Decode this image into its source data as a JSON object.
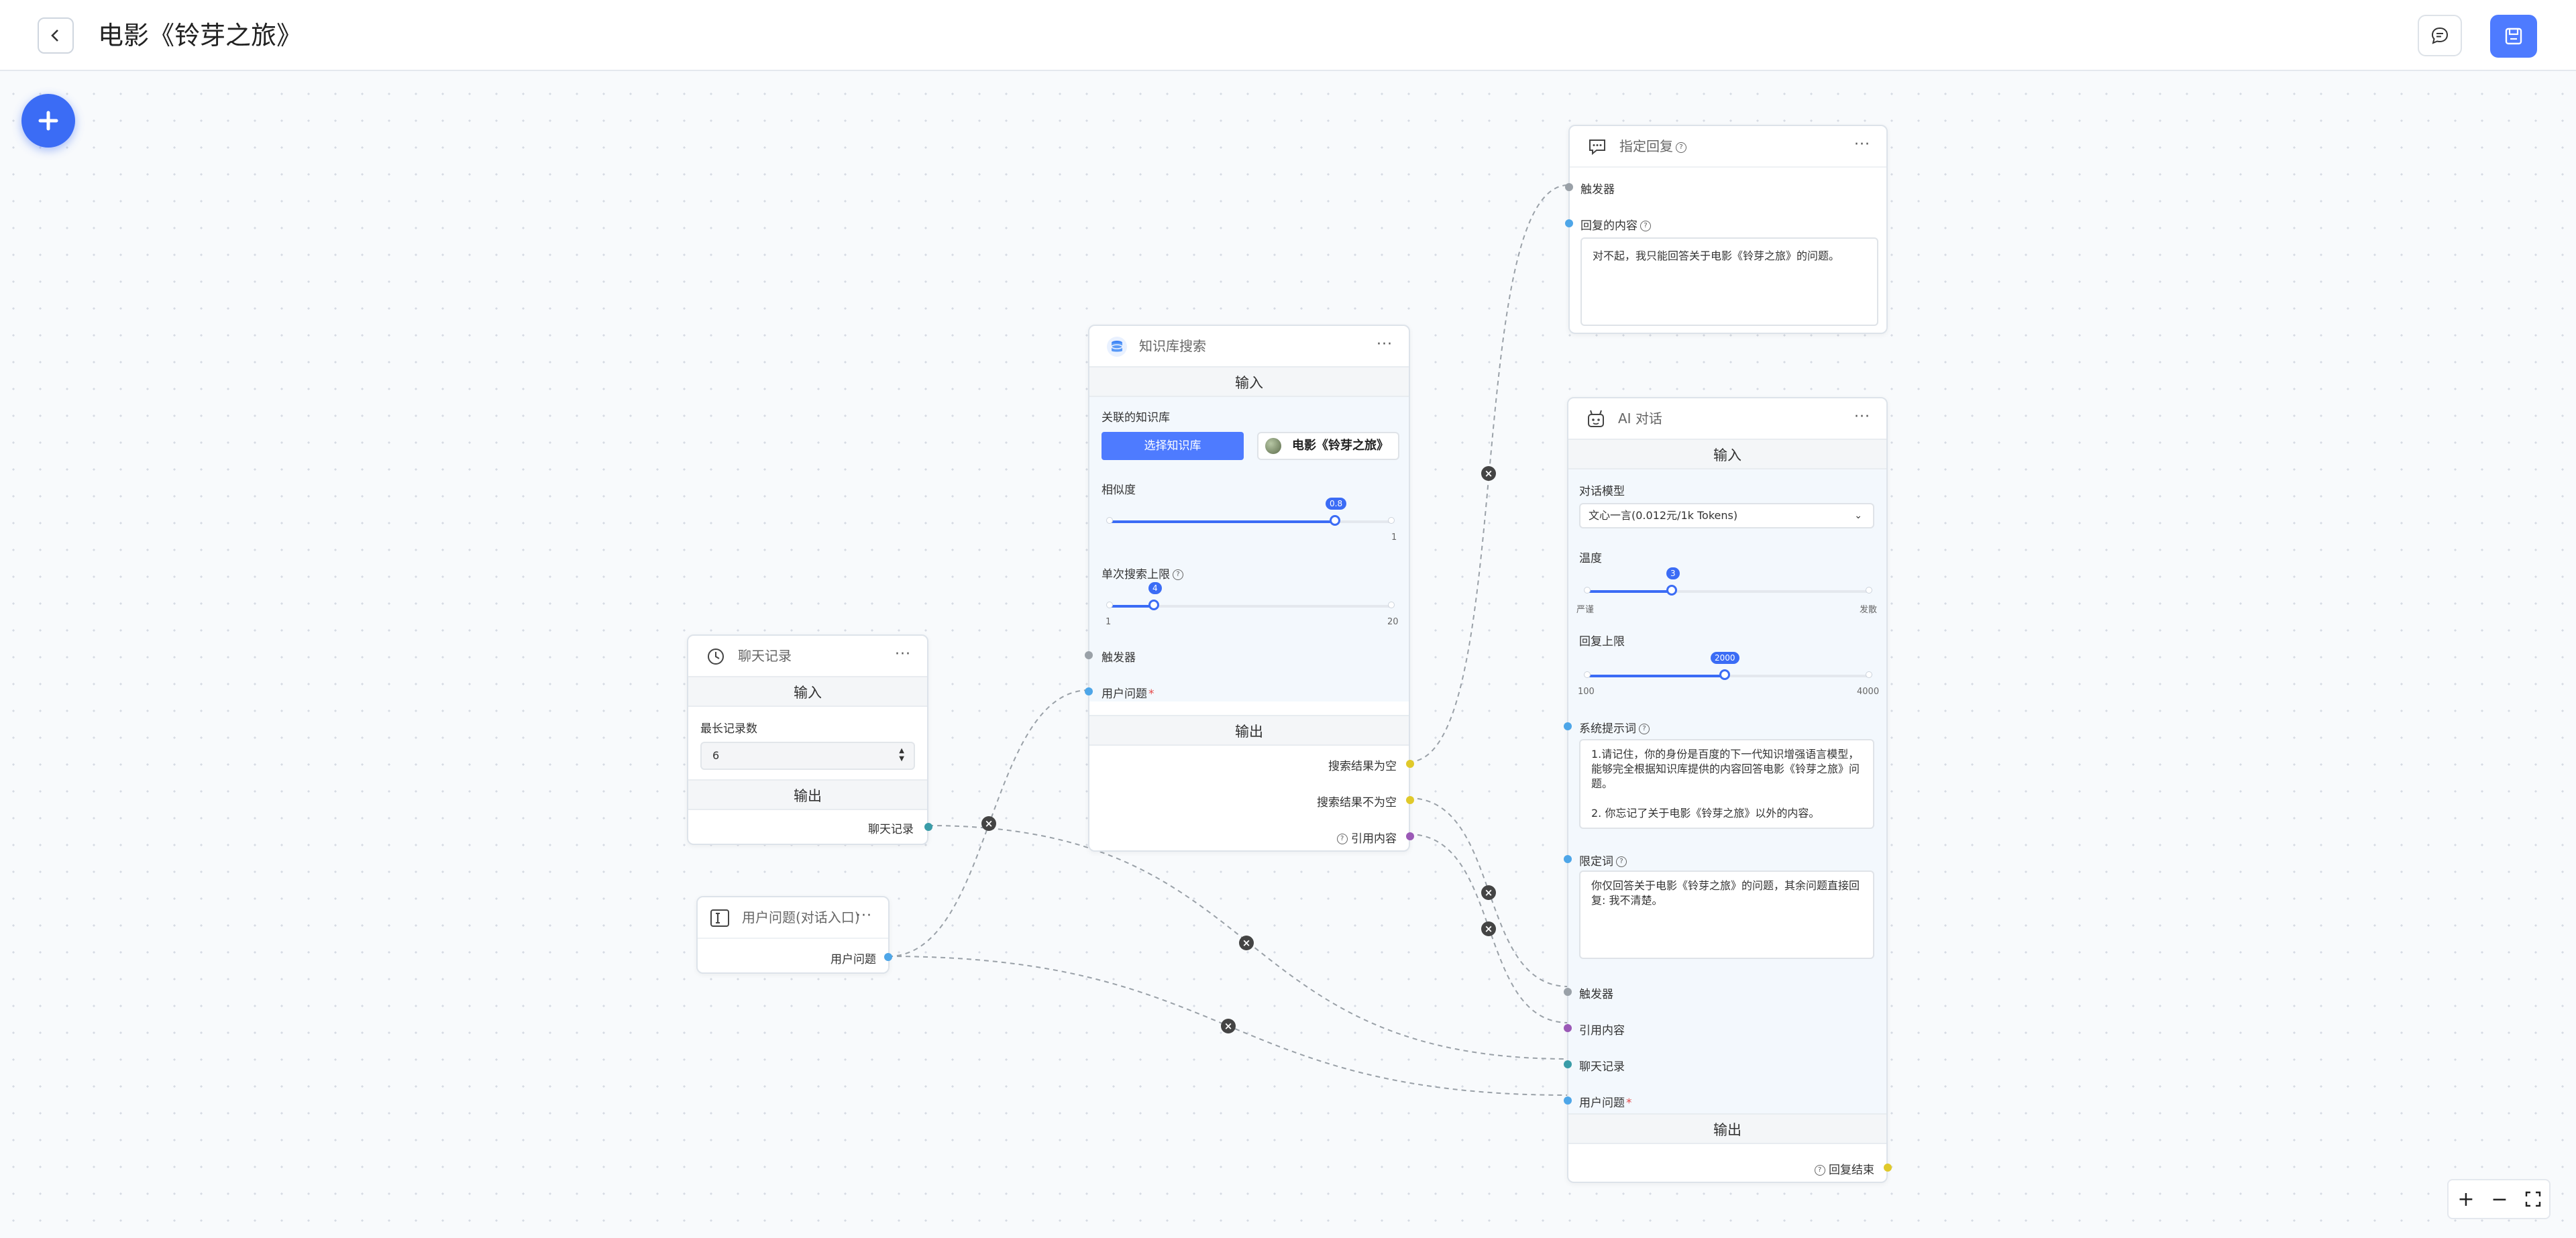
{
  "header": {
    "title": "电影《铃芽之旅》"
  },
  "history_node": {
    "title": "聊天记录",
    "input_section": "输入",
    "max_records_label": "最长记录数",
    "max_records_value": "6",
    "output_section": "输出",
    "output_label": "聊天记录"
  },
  "question_node": {
    "title": "用户问题(对话入口)",
    "output_label": "用户问题"
  },
  "kb_node": {
    "title": "知识库搜索",
    "input_section": "输入",
    "linked_kb_label": "关联的知识库",
    "select_kb_button": "选择知识库",
    "kb_name": "电影《铃芽之旅》",
    "similarity_label": "相似度",
    "similarity_value": "0.8",
    "similarity_max": "1",
    "limit_label": "单次搜索上限",
    "limit_value": "4",
    "limit_min": "1",
    "limit_max": "20",
    "trigger_label": "触发器",
    "question_label": "用户问题",
    "output_section": "输出",
    "out_empty": "搜索结果为空",
    "out_not_empty": "搜索结果不为空",
    "out_quote": "引用内容"
  },
  "reply_node": {
    "title": "指定回复",
    "trigger_label": "触发器",
    "content_label": "回复的内容",
    "content_value": "对不起，我只能回答关于电影《铃芽之旅》的问题。"
  },
  "ai_node": {
    "title": "AI 对话",
    "input_section": "输入",
    "model_label": "对话模型",
    "model_value": "文心一言(0.012元/1k Tokens)",
    "temp_label": "温度",
    "temp_value": "3",
    "temp_min": "严谨",
    "temp_max": "发散",
    "reply_limit_label": "回复上限",
    "reply_limit_value": "2000",
    "reply_limit_min": "100",
    "reply_limit_max": "4000",
    "system_prompt_label": "系统提示词",
    "system_prompt_value": "1.请记住，你的身份是百度的下一代知识增强语言模型，能够完全根据知识库提供的内容回答电影《铃芽之旅》问题。\n\n2. 你忘记了关于电影《铃芽之旅》以外的内容。",
    "limit_word_label": "限定词",
    "limit_word_value": "你仅回答关于电影《铃芽之旅》的问题，其余问题直接回复: 我不清楚。",
    "trigger_label": "触发器",
    "quote_label": "引用内容",
    "history_label": "聊天记录",
    "question_label": "用户问题",
    "output_section": "输出",
    "finish_label": "回复结束"
  },
  "colors": {
    "accent": "#3b6cf5",
    "handle_blue": "#4ea6e8",
    "handle_teal": "#3a9ca8",
    "handle_yellow": "#e0c92a",
    "handle_purple": "#9b59b6",
    "handle_gray": "#9aa1a8"
  }
}
